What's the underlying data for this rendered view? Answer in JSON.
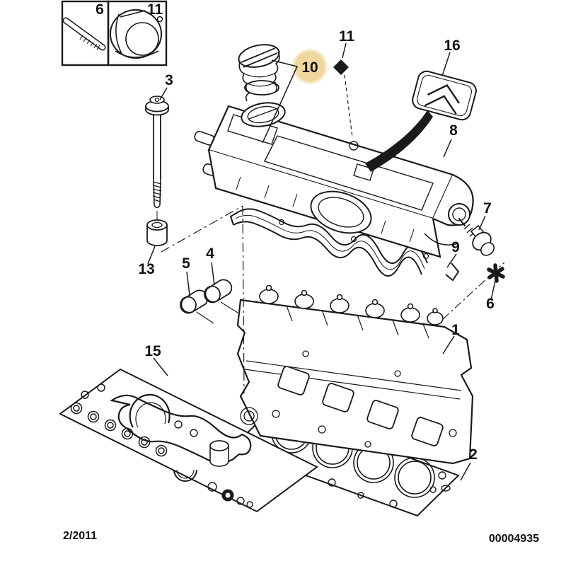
{
  "figure": {
    "kind": "exploded-parts-diagram",
    "subject": "cylinder-head-assembly"
  },
  "callouts": {
    "box_6": "6",
    "box_11": "11",
    "bolt": "3",
    "bushing": "13",
    "plug_left": "5",
    "plug_right": "4",
    "cap": "10",
    "plug_small": "11",
    "badge": "16",
    "cover": "8",
    "sensor": "7",
    "gasket_cover": "9",
    "mark": "6",
    "head": "1",
    "gasket_kit": "15",
    "gasket_head": "2"
  },
  "highlight": {
    "color": "#f0d79d",
    "text_color": "#5c4c1c"
  },
  "footer": {
    "date": "2/2011",
    "doc_number": "00004935"
  }
}
